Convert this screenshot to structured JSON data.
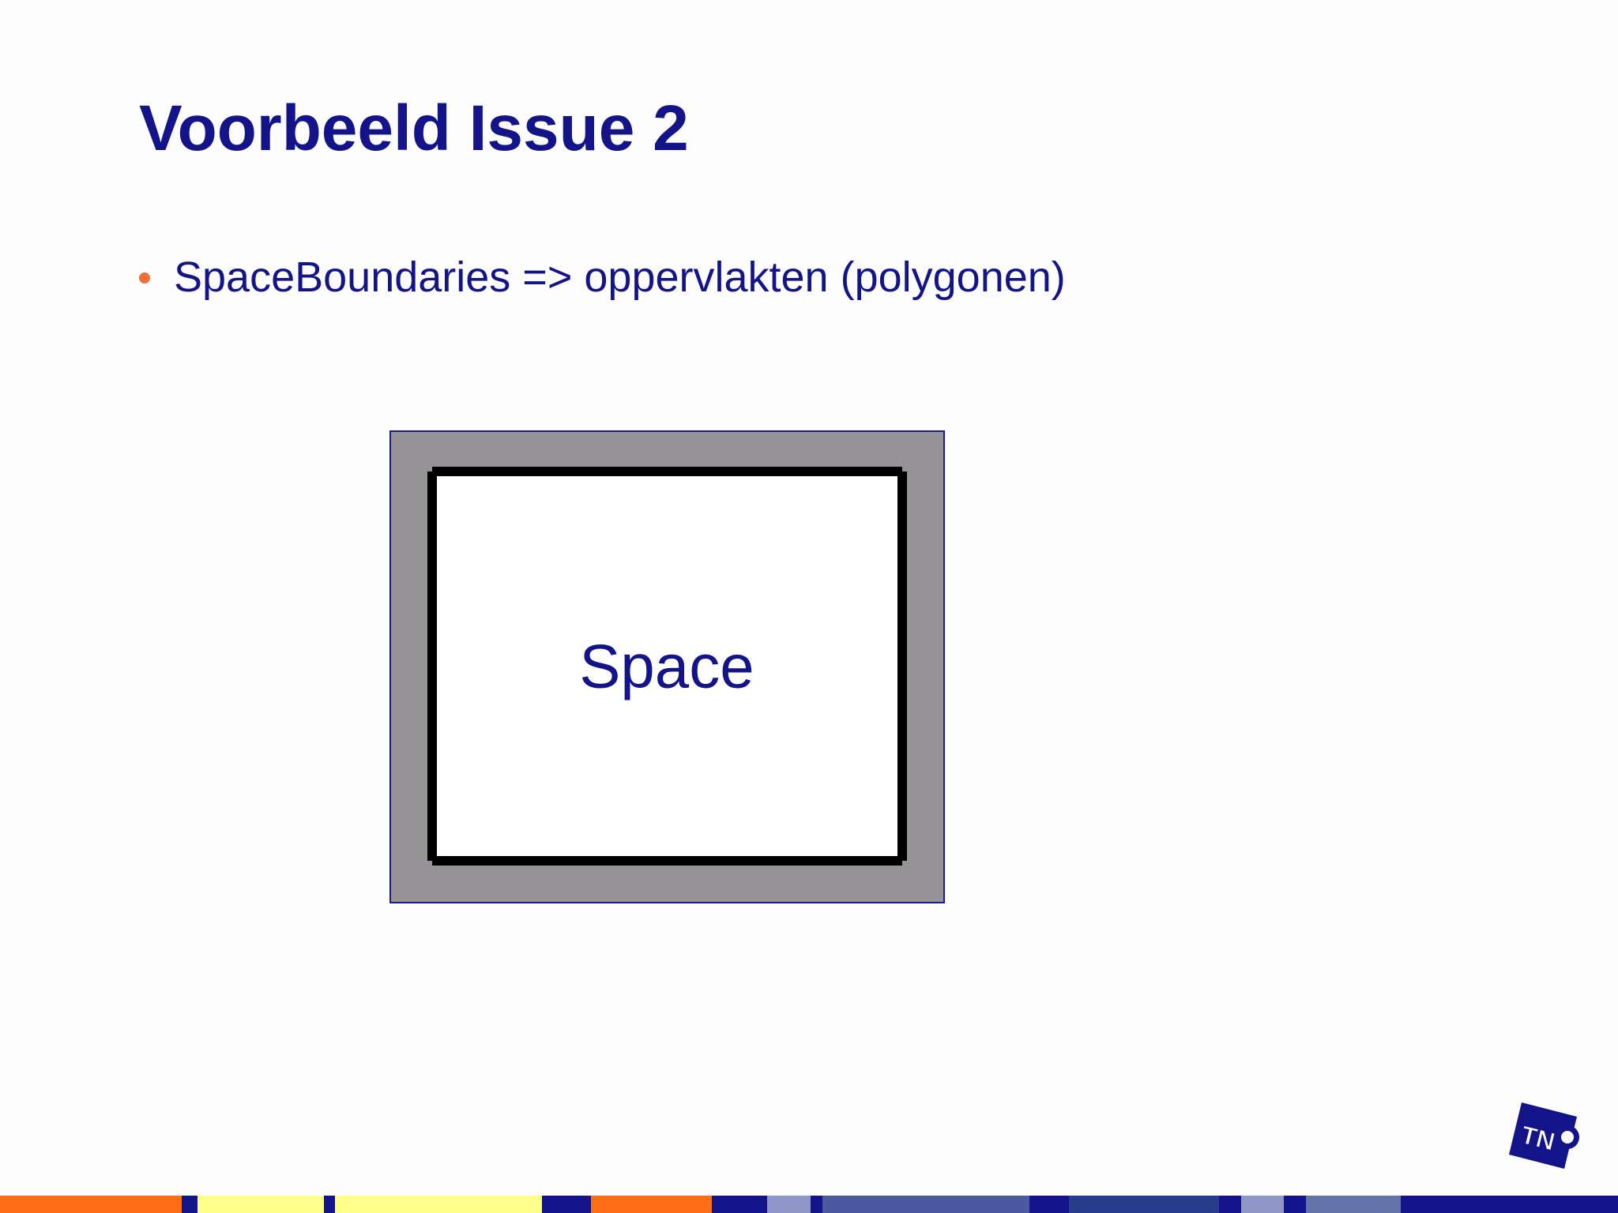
{
  "slide": {
    "title": "Voorbeeld Issue 2",
    "bullets": [
      "SpaceBoundaries => oppervlakten (polygonen)"
    ]
  },
  "diagram": {
    "space_label": "Space",
    "colors": {
      "wall_fill": "#959396",
      "outer_border": "#1a1a8c",
      "boundary_line": "#000000",
      "space_fill": "#ffffff",
      "label": "#14148a"
    }
  },
  "logo": {
    "text": "TNO",
    "color": "#14148a"
  },
  "colors": {
    "title": "#14148a",
    "bullet_marker": "#f26f3a",
    "stripe": [
      "#ff6e14",
      "#14148a",
      "#ffff8c",
      "#14148a",
      "#ffff8c",
      "#14148a",
      "#ff6e14",
      "#14148a",
      "#9196c8",
      "#14148a",
      "#4b5aa0",
      "#14148a",
      "#283c8c",
      "#14148a",
      "#9196c8",
      "#14148a",
      "#6473aa",
      "#14148a"
    ]
  }
}
